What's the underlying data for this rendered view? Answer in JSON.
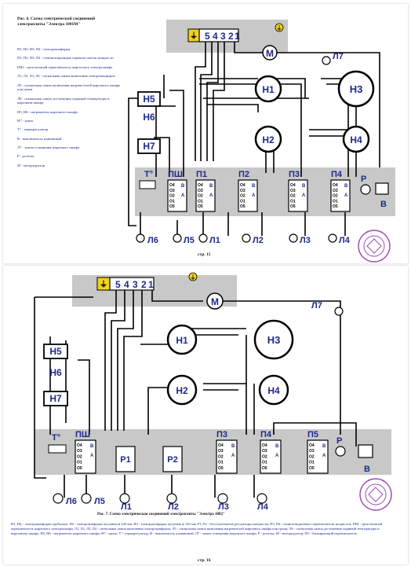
{
  "page1": {
    "title_line1": "Рис. 6.  Схема электрической соединений",
    "title_line2": "электроплиты \"Электра 1001М\"",
    "legend": [
      "Н1, Н2, Н3, Н4 - электроконфорки",
      "П1, П2, П3, П4 - семипозиционные переклю-чатели мощности",
      "ПШ - трехсекчатый переключатель жароч-ного электрошкафа",
      "Л1, Л2, Л3, Л4 - сигнальная лампа включения электроконфорок",
      "Л5 - сигнальная лампа включения нагрева-телей жарочного шкафа или гриля",
      "Л6 - сигнальная лампа достижения заданной температуры в жарочном шкафу",
      "Н5, Н6 - нагреватели жарочного шкафа",
      "Н7 - гриль",
      "Т° - терморегулятор",
      "В - выключатель клавишный",
      "Л7 - лампа освещения жарочного шкафа",
      "Р - розетка",
      "М - моторедуктор"
    ],
    "page_number": "стр. 15",
    "terminal_digits": [
      "5",
      "4",
      "3",
      "2",
      "1"
    ],
    "labels": {
      "M": "М",
      "L7": "Л7",
      "H1": "Н1",
      "H2": "Н2",
      "H3": "Н3",
      "H4": "Н4",
      "H5": "Н5",
      "H6": "Н6",
      "H7": "Н7",
      "T": "Т°",
      "PSh": "ПШ",
      "P1": "П1",
      "P2": "П2",
      "P3": "П3",
      "P4": "П4",
      "R": "Р",
      "V": "В",
      "L6": "Л6",
      "L5": "Л5",
      "L1": "Л1",
      "L2": "Л2",
      "L3": "Л3",
      "L4": "Л4"
    }
  },
  "page2": {
    "caption": "Рис. 7. Схема электрическая соединений электроплиты \"Электра 1002\"",
    "description": "Н1, Н2, - электроконфорки трубчатые; Н3 - электроконфорка чугунная ⌀ 220 мм; Н4 - электроконфорка чугунная ⌀ 145 мм; Р1, Р2 - бесступенчатые регуляторы мощности; П3, П4 - семипозиционные переключатели мощности; ПШ - трехсекчатый переключатель жарочного электрошкафа; Л1, Л2, Л3, Л4 - сигнальная лампа включения электроконфорок; Л5 - сигнальная лампа включения нагревателей жарочного шкафа или гриля; Л6 - сигнальная лампа достижения заданной температуры в жарочному шкафу; Н5, Н6 - нагреватели жарочного шкафа; Н7 - гриль; Т°- терморегулятор; В - выключатель клавишный; Л7 - лампа освещения жарочного шкафа; Р - розетка; М - моторедуктор; П5 - блокирующий переключатель.",
    "page_number": "стр. 16",
    "terminal_digits": [
      "5",
      "4",
      "3",
      "2",
      "1"
    ],
    "labels": {
      "M": "М",
      "L7": "Л7",
      "H1": "Н1",
      "H2": "Н2",
      "H3": "Н3",
      "H4": "Н4",
      "H5": "Н5",
      "H6": "Н6",
      "H7": "Н7",
      "T": "Т°",
      "PSh": "ПШ",
      "R1": "Р1",
      "R2": "Р2",
      "P3": "П3",
      "P4": "П4",
      "P5": "П5",
      "R": "Р",
      "V": "В",
      "L6": "Л6",
      "L5": "Л5",
      "L1": "Л1",
      "L2": "Л2",
      "L3": "Л3",
      "L4": "Л4"
    }
  },
  "switch_pins": [
    "О4",
    "О3",
    "О2",
    "О1",
    "О5"
  ],
  "switch_side": [
    "В",
    "А"
  ],
  "colors": {
    "gray_panel": "#c8c8c8",
    "label_blue": "#1f2a8a",
    "ground_yellow": "#f2d21e",
    "stamp_purple": "#9b4fb0"
  }
}
